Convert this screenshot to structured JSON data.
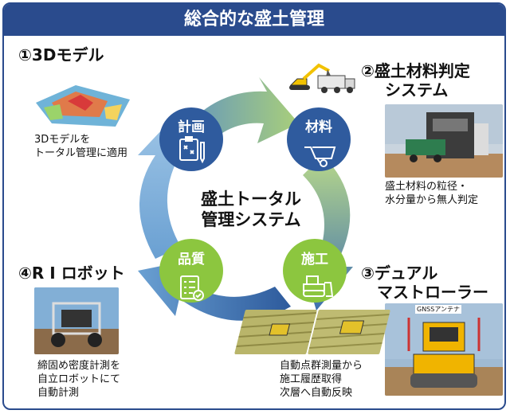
{
  "title": "総合的な盛土管理",
  "center_label": {
    "line1": "盛土トータル",
    "line2": "管理システム"
  },
  "nodes": {
    "plan": "計画",
    "material": "材料",
    "construction": "施工",
    "quality": "品質"
  },
  "sections": {
    "model3d": {
      "heading": "①3Dモデル",
      "desc1": "3Dモデルを",
      "desc2": "トータル管理に適用"
    },
    "material_system": {
      "heading1": "②盛土材料判定",
      "heading2": "システム",
      "desc1": "盛土材料の粒径・",
      "desc2": "水分量から無人判定"
    },
    "dual_roller": {
      "heading1": "③デュアル",
      "heading2": "マストローラー",
      "antenna_label": "GNSSアンテナ"
    },
    "construction_note": {
      "desc1": "自動点群測量から",
      "desc2": "施工履歴取得",
      "desc3": "次層へ自動反映"
    },
    "ri_robot": {
      "heading": "④R I ロボット",
      "desc1": "締固め密度計測を",
      "desc2": "自立ロボットにて",
      "desc3": "自動計測"
    }
  },
  "colors": {
    "navy": "#2a4b8d",
    "node_blue": "#2f5b9e",
    "node_green": "#8cc63f",
    "ring_light_blue": "#6b9fd1",
    "ring_light_green": "#bcd98a"
  },
  "icons": [
    "clipboard-plan-icon",
    "wheelbarrow-icon",
    "bulldozer-icon",
    "checklist-quality-icon",
    "excavator-truck-icon"
  ]
}
